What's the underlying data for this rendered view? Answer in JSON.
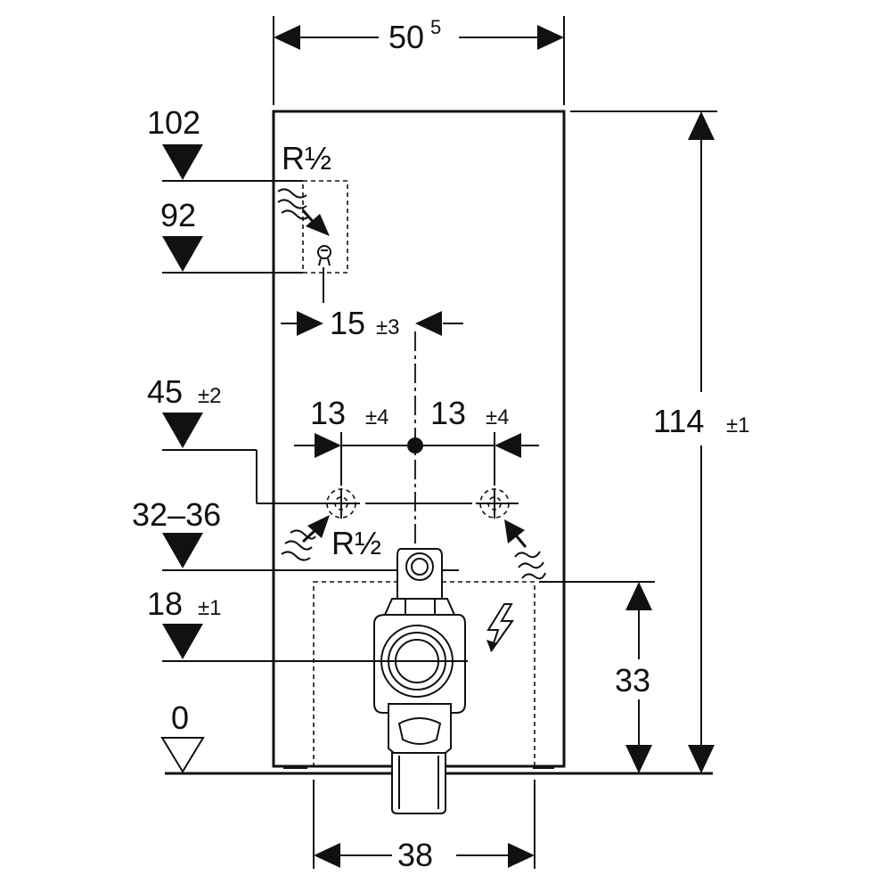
{
  "dimensions": {
    "width_main": "50",
    "width_sup": "5",
    "height_total": "114",
    "height_total_tol": "±1",
    "lateral_offset": "15",
    "lateral_offset_tol": "±3",
    "spacing_left": "13",
    "spacing_left_tol": "±4",
    "spacing_right": "13",
    "spacing_right_tol": "±4",
    "electric_zone_height": "33",
    "bottom_width": "38"
  },
  "levels": {
    "top_supply": "102",
    "second_supply": "92",
    "connection": "45",
    "connection_tol": "±2",
    "range": "32–36",
    "drain": "18",
    "drain_tol": "±1",
    "floor": "0"
  },
  "threads": {
    "upper": "R½",
    "lower": "R½"
  },
  "colors": {
    "line": "#111111",
    "background": "#ffffff"
  }
}
